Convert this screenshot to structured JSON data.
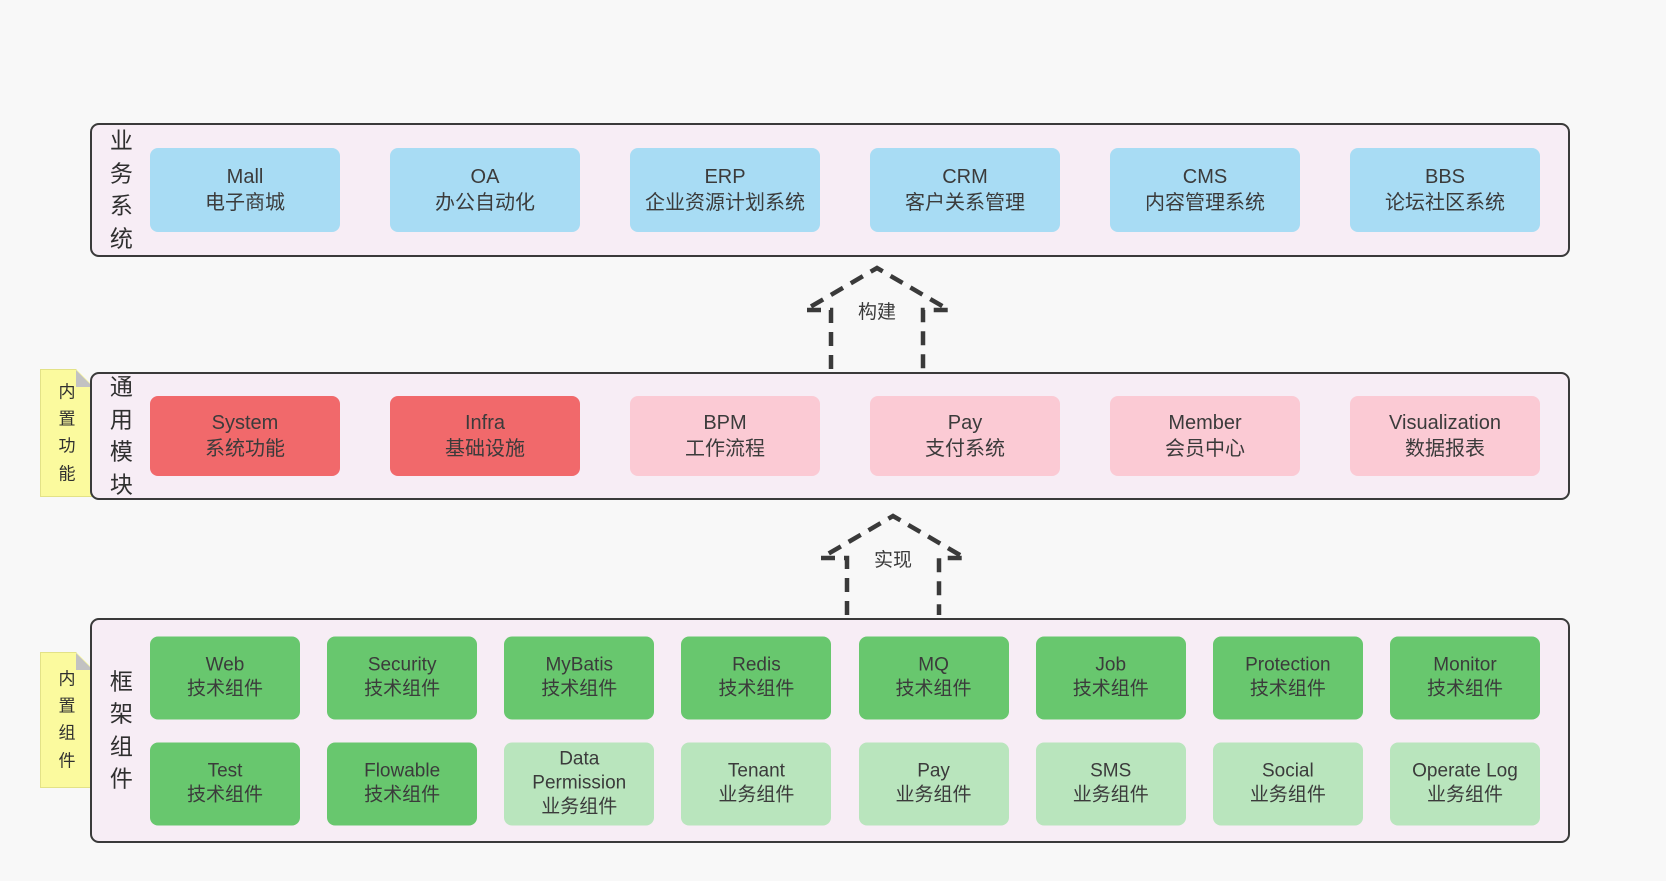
{
  "colors": {
    "page_bg": "#f8f8f8",
    "layer_bg": "#f7edf5",
    "layer_border": "#3a3a3a",
    "blue": "#a8dcf4",
    "red": "#f1696b",
    "pink": "#fbcad4",
    "green": "#68c76e",
    "lightgreen": "#b9e5bd",
    "note_yellow": "#fbfa9e",
    "text": "#3b3b3b"
  },
  "arrows": [
    {
      "label": "构建"
    },
    {
      "label": "实现"
    }
  ],
  "layers": [
    {
      "id": "business-systems",
      "label": "业务系统",
      "note": null,
      "rows": [
        [
          {
            "name": "Mall",
            "subtitle": "电子商城",
            "type": "blue"
          },
          {
            "name": "OA",
            "subtitle": "办公自动化",
            "type": "blue"
          },
          {
            "name": "ERP",
            "subtitle": "企业资源计划系统",
            "type": "blue"
          },
          {
            "name": "CRM",
            "subtitle": "客户关系管理",
            "type": "blue"
          },
          {
            "name": "CMS",
            "subtitle": "内容管理系统",
            "type": "blue"
          },
          {
            "name": "BBS",
            "subtitle": "论坛社区系统",
            "type": "blue"
          }
        ]
      ]
    },
    {
      "id": "common-modules",
      "label": "通用模块",
      "note": "内置功能",
      "rows": [
        [
          {
            "name": "System",
            "subtitle": "系统功能",
            "type": "red"
          },
          {
            "name": "Infra",
            "subtitle": "基础设施",
            "type": "red"
          },
          {
            "name": "BPM",
            "subtitle": "工作流程",
            "type": "pink"
          },
          {
            "name": "Pay",
            "subtitle": "支付系统",
            "type": "pink"
          },
          {
            "name": "Member",
            "subtitle": "会员中心",
            "type": "pink"
          },
          {
            "name": "Visualization",
            "subtitle": "数据报表",
            "type": "pink"
          }
        ]
      ]
    },
    {
      "id": "framework-components",
      "label": "框架组件",
      "note": "内置组件",
      "rows": [
        [
          {
            "name": "Web",
            "subtitle": "技术组件",
            "type": "green"
          },
          {
            "name": "Security",
            "subtitle": "技术组件",
            "type": "green"
          },
          {
            "name": "MyBatis",
            "subtitle": "技术组件",
            "type": "green"
          },
          {
            "name": "Redis",
            "subtitle": "技术组件",
            "type": "green"
          },
          {
            "name": "MQ",
            "subtitle": "技术组件",
            "type": "green"
          },
          {
            "name": "Job",
            "subtitle": "技术组件",
            "type": "green"
          },
          {
            "name": "Protection",
            "subtitle": "技术组件",
            "type": "green"
          },
          {
            "name": "Monitor",
            "subtitle": "技术组件",
            "type": "green"
          }
        ],
        [
          {
            "name": "Test",
            "subtitle": "技术组件",
            "type": "green"
          },
          {
            "name": "Flowable",
            "subtitle": "技术组件",
            "type": "green"
          },
          {
            "name": "Data Permission",
            "subtitle": "业务组件",
            "type": "lightgreen"
          },
          {
            "name": "Tenant",
            "subtitle": "业务组件",
            "type": "lightgreen"
          },
          {
            "name": "Pay",
            "subtitle": "业务组件",
            "type": "lightgreen"
          },
          {
            "name": "SMS",
            "subtitle": "业务组件",
            "type": "lightgreen"
          },
          {
            "name": "Social",
            "subtitle": "业务组件",
            "type": "lightgreen"
          },
          {
            "name": "Operate Log",
            "subtitle": "业务组件",
            "type": "lightgreen"
          }
        ]
      ]
    }
  ]
}
